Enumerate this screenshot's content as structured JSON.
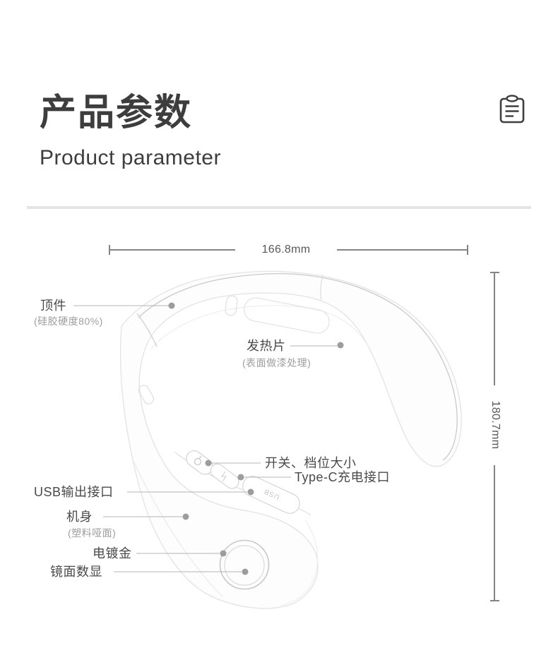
{
  "header": {
    "title": "产品参数",
    "subtitle": "Product parameter",
    "icon": "clipboard"
  },
  "dimensions": {
    "width": "166.8mm",
    "height": "180.7mm"
  },
  "annotations": {
    "top_piece": {
      "label": "顶件",
      "note": "(硅胶硬度80%)"
    },
    "heating_plate": {
      "label": "发热片",
      "note": "(表面做漆处理)"
    },
    "switch_gear": {
      "label": "开关、档位大小"
    },
    "type_c": {
      "label": "Type-C充电接口"
    },
    "usb_output": {
      "label": "USB输出接口"
    },
    "body": {
      "label": "机身",
      "note": "(塑料哑面)"
    },
    "gold_plating": {
      "label": "电镀金"
    },
    "mirror_display": {
      "label": "镜面数显"
    }
  },
  "device": {
    "usb_marking": "USB"
  },
  "colors": {
    "title": "#3d3d3d",
    "label": "#4a4a4a",
    "note": "#9e9e9e",
    "dimension_line": "#848484",
    "leader_line": "#b4b4b4",
    "dot": "#9c9c9c",
    "device_outline": "#e3e3e3",
    "device_seam": "#c9c9c9",
    "divider": "#e4e4e4"
  }
}
